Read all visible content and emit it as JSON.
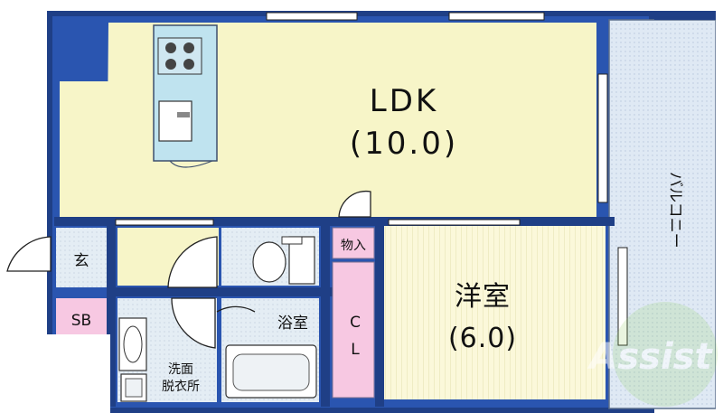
{
  "rooms": {
    "ldk": {
      "name": "LDK",
      "size": "(10.0)"
    },
    "western": {
      "name": "洋室",
      "size": "(6.0)"
    },
    "balcony": {
      "name": "バルコニー"
    },
    "entrance": {
      "name": "玄"
    },
    "shoebox": {
      "name": "SB"
    },
    "bath": {
      "name": "浴室"
    },
    "storage": {
      "name": "物入"
    },
    "closet": {
      "line1": "C",
      "line2": "L"
    },
    "washroom": {
      "line1": "洗面",
      "line2": "脱衣所"
    }
  },
  "watermark": {
    "text": "Assist"
  },
  "colors": {
    "wall": "#1f3f86",
    "wall_light": "#2a55b0",
    "ldk_floor": "#f7f5c8",
    "western_floor": "#fbf8da",
    "balcony_floor": "#dfe9f4",
    "wet_floor": "#e4edf4",
    "closet_floor": "#f7c8e2",
    "kitchen_counter": "#bfe3ef",
    "watermark_green": "#8fcf5a"
  }
}
